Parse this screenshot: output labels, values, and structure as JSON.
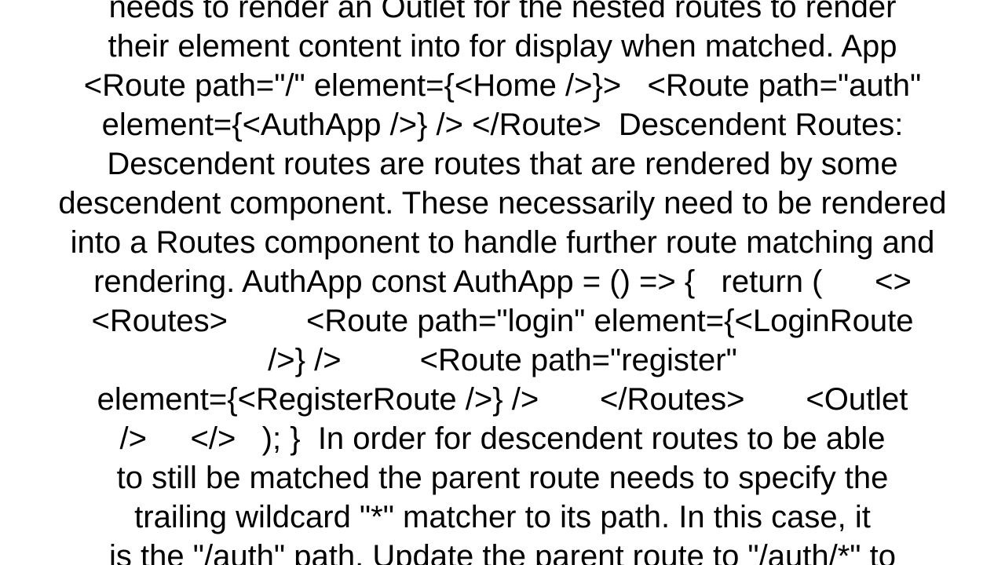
{
  "content": {
    "lines": [
      "needs to render an Outlet for the nested routes to render",
      "their element content into for display when matched. App",
      "<Route path=\"/\" element={<Home />}>   <Route path=\"auth\"",
      "element={<AuthApp />} /> </Route>  Descendent Routes:",
      "Descendent routes are routes that are rendered by some",
      "descendent component. These necessarily need to be rendered",
      "into a Routes component to handle further route matching and",
      "rendering. AuthApp const AuthApp = () => {   return (      <>",
      "<Routes>         <Route path=\"login\" element={<LoginRoute",
      "/>} />         <Route path=\"register\"",
      "element={<RegisterRoute />} />       </Routes>       <Outlet",
      "/>     </>   ); }  In order for descendent routes to be able",
      "to still be matched the parent route needs to specify the",
      "trailing wildcard \"*\" matcher to its path. In this case, it",
      "is the \"/auth\" path. Update the parent route to \"/auth/*\" to"
    ]
  }
}
